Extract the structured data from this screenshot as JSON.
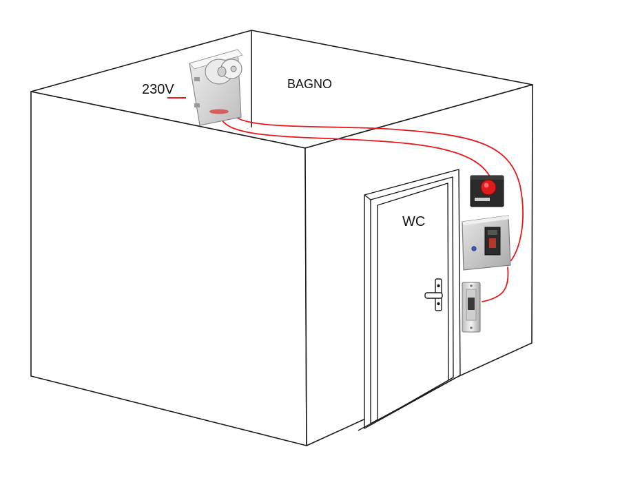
{
  "labels": {
    "voltage": "230V",
    "room": "BAGNO",
    "door_sign": "WC"
  },
  "colors": {
    "wire": "#e8151b",
    "outline": "#1a1a1a",
    "wall": "#ffffff",
    "device_body": "#d9d9d9",
    "button_red": "#e01b1b"
  },
  "icons": {
    "ceiling_unit": "wall-mounted-electrical-box-icon",
    "push_button": "red-push-button-icon",
    "controller": "door-controller-box-icon",
    "door_lock": "electric-strike-lock-icon",
    "door_handle": "lever-handle-icon"
  }
}
